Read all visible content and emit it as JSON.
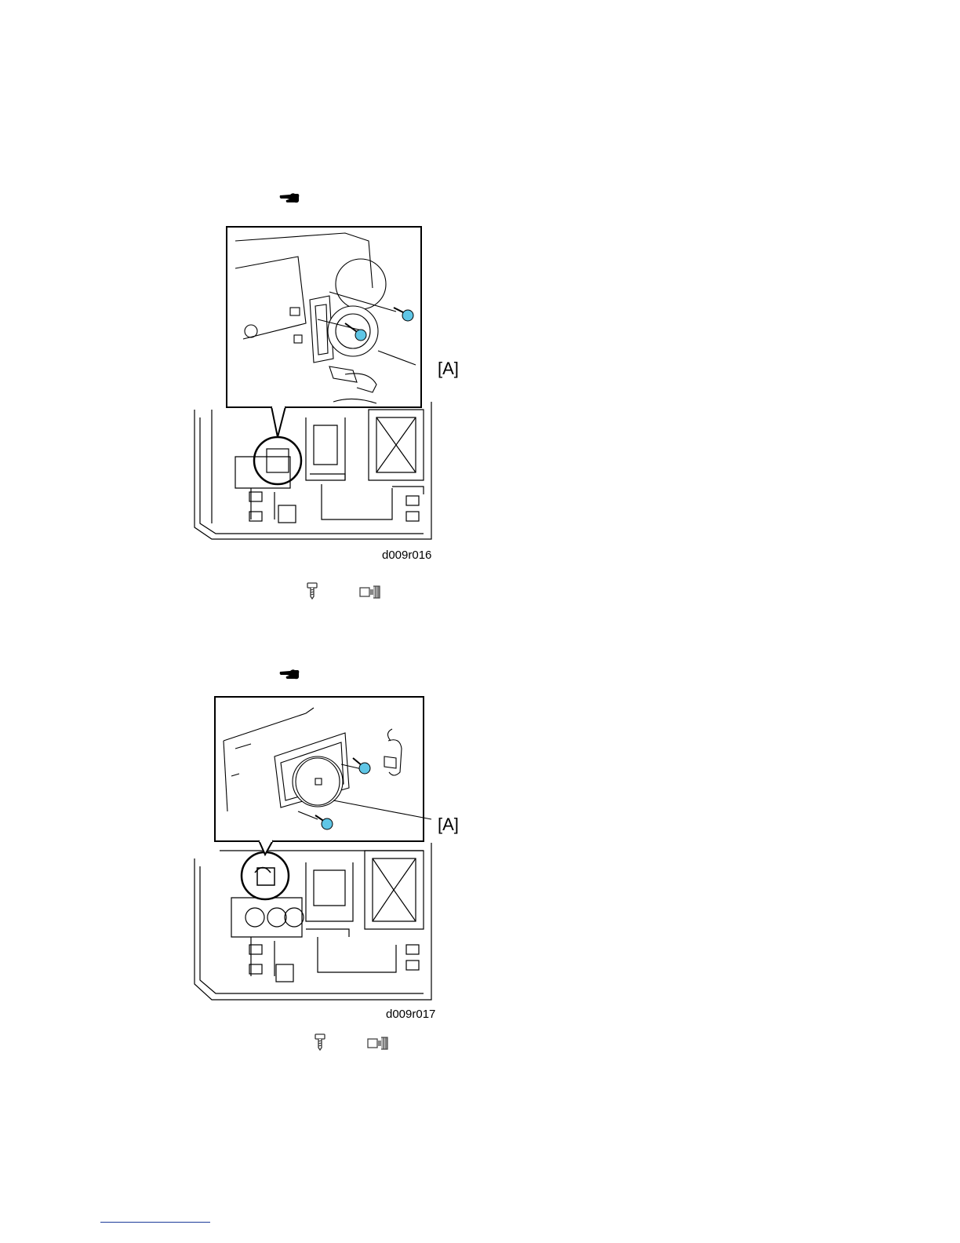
{
  "figures": [
    {
      "id": "d009r016",
      "callout": "[A]"
    },
    {
      "id": "d009r017",
      "callout": "[A]"
    }
  ],
  "icons": {
    "reference": "pointing-hand-icon",
    "screw": "screw-icon",
    "connector": "connector-icon"
  },
  "colors": {
    "line": "#000000",
    "screw_fill": "#5fc6e6",
    "footer_rule": "#1a3a9a"
  }
}
